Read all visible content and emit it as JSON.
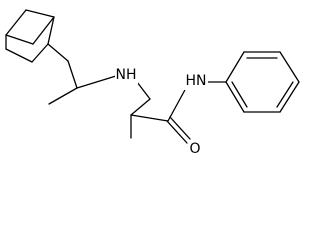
{
  "atom_labels": {
    "amine_nh": "NH",
    "amide_nh": "HN",
    "carbonyl_o": "O"
  },
  "colors": {
    "bond": "#000000",
    "background": "#ffffff"
  }
}
